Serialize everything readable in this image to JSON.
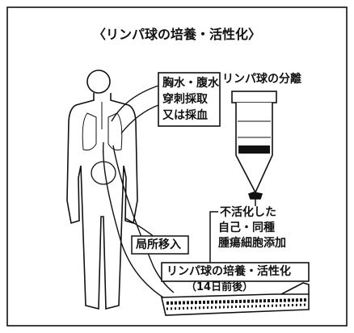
{
  "title": "〈リンパ球の培養・活性化〉",
  "labels": {
    "collection_line1": "胸水・腹水",
    "collection_line2": "穿刺採取",
    "collection_line3": "又は採血",
    "separation": "リンパ球の分離",
    "additive_line1": "不活化した",
    "additive_line2": "自己・同種",
    "additive_line3": "腫瘍細胞添加",
    "local_transfer": "局所移入",
    "culture_main": "リンパ球の培養・活性化",
    "culture_duration": "（14日前後）"
  },
  "colors": {
    "ink": "#111111",
    "background": "#ffffff"
  }
}
